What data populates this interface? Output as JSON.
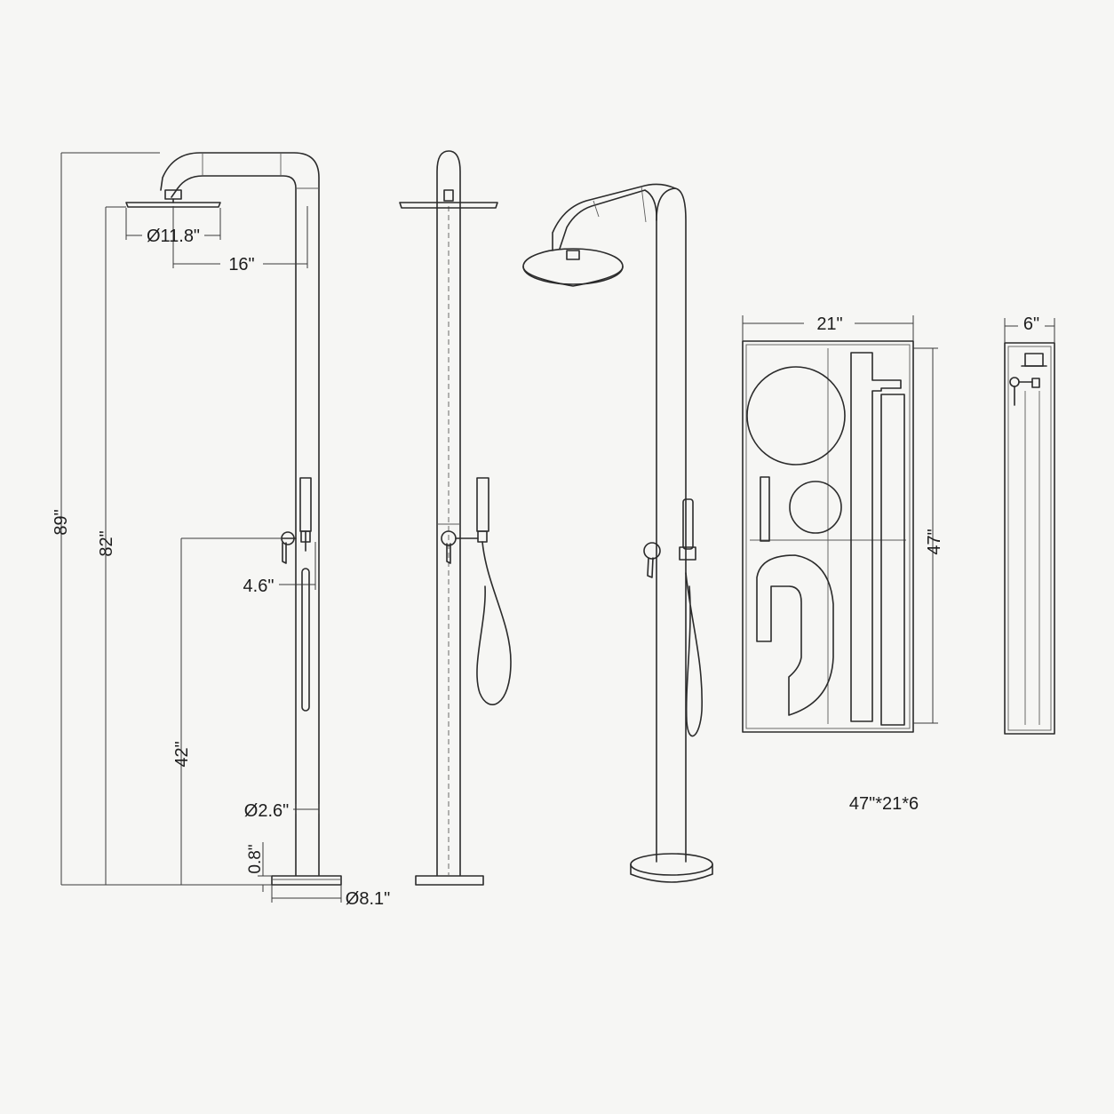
{
  "dimensions": {
    "total_height": "89\"",
    "head_height": "82\"",
    "valve_height": "42\"",
    "head_diameter": "Ø11.8\"",
    "arm_reach": "16\"",
    "valve_offset": "4.6\"",
    "pipe_diameter": "Ø2.6\"",
    "base_thickness": "0.8\"",
    "base_diameter": "Ø8.1\"",
    "box_width": "21\"",
    "box_height": "47\"",
    "box_depth": "6\""
  },
  "package_size": "47\"*21*6",
  "colors": {
    "line": "#2b2b2b",
    "background": "#f6f6f4"
  }
}
